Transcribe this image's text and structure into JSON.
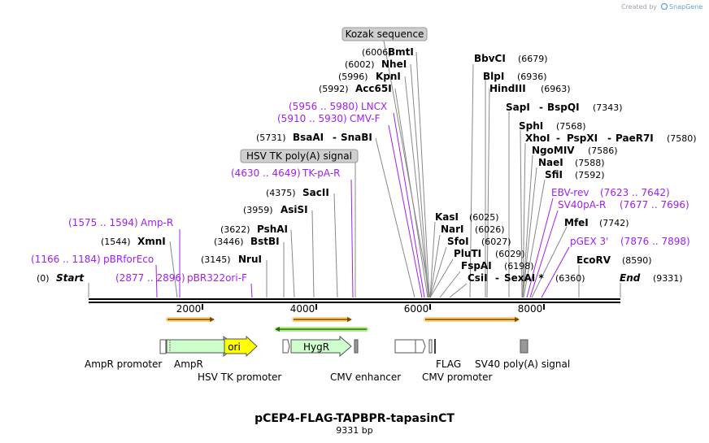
{
  "header": {
    "created_by": "Created by",
    "brand": "SnapGene"
  },
  "map": {
    "title": "pCEP4-FLAG-TAPBPR-tapasinCT",
    "length_label": "9331 bp",
    "total_bp": 9331,
    "ticks": [
      "2000",
      "4000",
      "6000",
      "8000"
    ]
  },
  "ends": [
    {
      "pos": "(0)",
      "name": "Start"
    },
    {
      "pos": "(9331)",
      "name": "End"
    }
  ],
  "badges": [
    "Kozak sequence",
    "HSV TK poly(A) signal"
  ],
  "sites": [
    {
      "pos": "(6006)",
      "name": "BmtI"
    },
    {
      "pos": "(6002)",
      "name": "NheI"
    },
    {
      "pos": "(5996)",
      "name": "KpnI"
    },
    {
      "pos": "(5992)",
      "name": "Acc65I"
    },
    {
      "pos": "(5731)",
      "name": "BsaAI",
      "extra": "SnaBI"
    },
    {
      "pos": "(4375)",
      "name": "SacII"
    },
    {
      "pos": "(3959)",
      "name": "AsiSI"
    },
    {
      "pos": "(3622)",
      "name": "PshAI"
    },
    {
      "pos": "(1544)",
      "name": "XmnI"
    },
    {
      "pos": "(3446)",
      "name": "BstBI"
    },
    {
      "pos": "(3145)",
      "name": "NruI"
    },
    {
      "pos": "(6679)",
      "name": "BbvCI"
    },
    {
      "pos": "(6936)",
      "name": "BlpI"
    },
    {
      "pos": "(6963)",
      "name": "HindIII"
    },
    {
      "pos": "(7343)",
      "name": "SapI",
      "extra": "BspQI"
    },
    {
      "pos": "(7568)",
      "name": "SphI"
    },
    {
      "pos": "(7580)",
      "name": "XhoI",
      "extra": "PspXI",
      "extra2": "PaeR7I"
    },
    {
      "pos": "(7586)",
      "name": "NgoMIV"
    },
    {
      "pos": "(7588)",
      "name": "NaeI"
    },
    {
      "pos": "(7592)",
      "name": "SfiI"
    },
    {
      "pos": "(7742)",
      "name": "MfeI"
    },
    {
      "pos": "(8590)",
      "name": "EcoRV"
    },
    {
      "pos": "(6025)",
      "name": "KasI"
    },
    {
      "pos": "(6026)",
      "name": "NarI"
    },
    {
      "pos": "(6027)",
      "name": "SfoI"
    },
    {
      "pos": "(6029)",
      "name": "PluTI"
    },
    {
      "pos": "(6198)",
      "name": "FspAI"
    },
    {
      "pos": "(6360)",
      "name": "CsiI",
      "extra": "SexAI *"
    }
  ],
  "primers": [
    {
      "range": "(5956 .. 5980)",
      "name": "LNCX"
    },
    {
      "range": "(5910 .. 5930)",
      "name": "CMV-F"
    },
    {
      "range": "(4630 .. 4649)",
      "name": "TK-pA-R"
    },
    {
      "range": "(1575 .. 1594)",
      "name": "Amp-R"
    },
    {
      "range": "(1166 .. 1184)",
      "name": "pBRforEco"
    },
    {
      "range": "(2877 .. 2896)",
      "name": "pBR322ori-F"
    },
    {
      "range": "(7623 .. 7642)",
      "name": "EBV-rev"
    },
    {
      "range": "(7677 .. 7696)",
      "name": "SV40pA-R"
    },
    {
      "range": "(7876 .. 7898)",
      "name": "pGEX 3'"
    }
  ],
  "features": [
    {
      "label": "AmpR promoter"
    },
    {
      "label": "AmpR"
    },
    {
      "label": "ori"
    },
    {
      "label": "HygR"
    },
    {
      "label": "HSV TK promoter"
    },
    {
      "label": "CMV enhancer"
    },
    {
      "label": "CMV promoter"
    },
    {
      "label": "FLAG"
    },
    {
      "label": "SV40 poly(A) signal"
    }
  ],
  "colors": {
    "primer": "#a020f0",
    "amp": "#ccffcc",
    "ori": "#ffff00",
    "orf": "#ff9900",
    "hygr_orf": "#33aa22",
    "badge": "#cfcfcf"
  }
}
